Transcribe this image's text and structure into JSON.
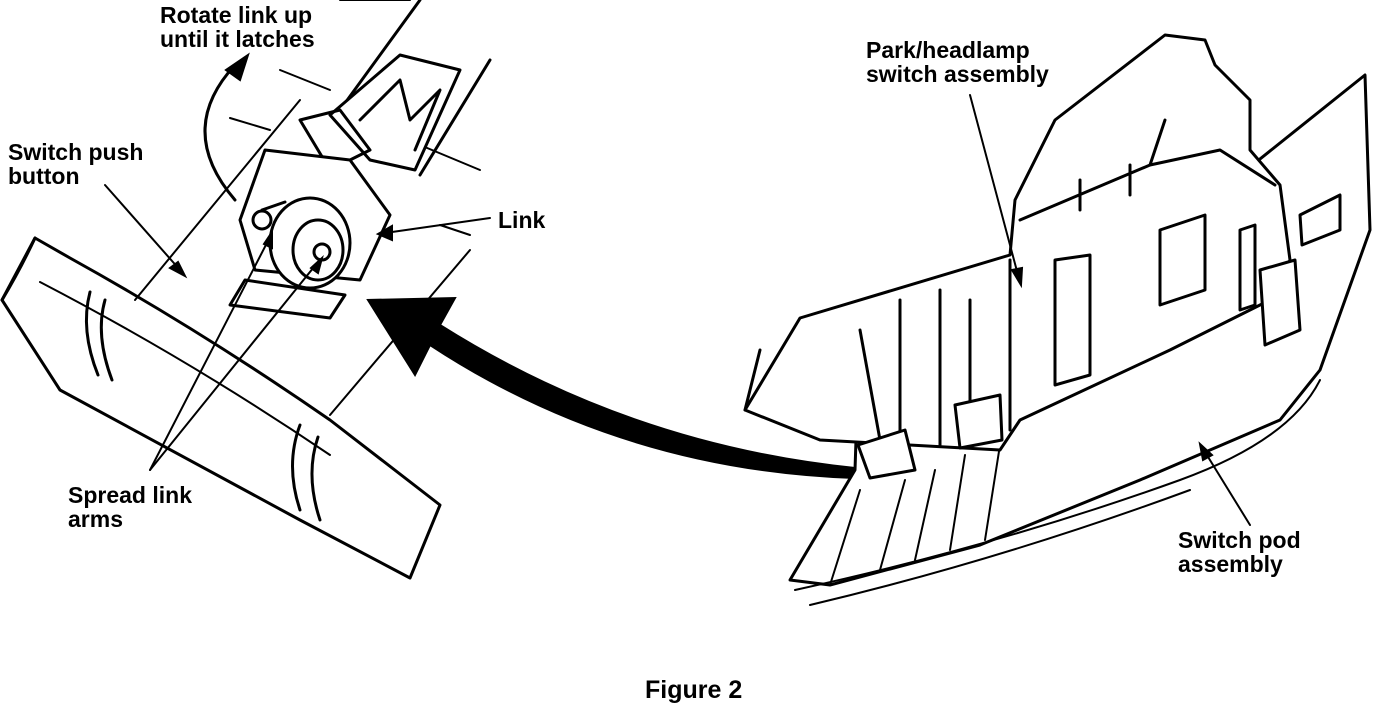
{
  "labels": {
    "rotate": [
      "Rotate link up",
      "until it latches"
    ],
    "switch_push_button": [
      "Switch push",
      "button"
    ],
    "link": "Link",
    "spread_link_arms": [
      "Spread link",
      "arms"
    ],
    "park_headlamp": [
      "Park/headlamp",
      "switch assembly"
    ],
    "switch_pod": [
      "Switch pod",
      "assembly"
    ]
  },
  "caption": "Figure 2"
}
